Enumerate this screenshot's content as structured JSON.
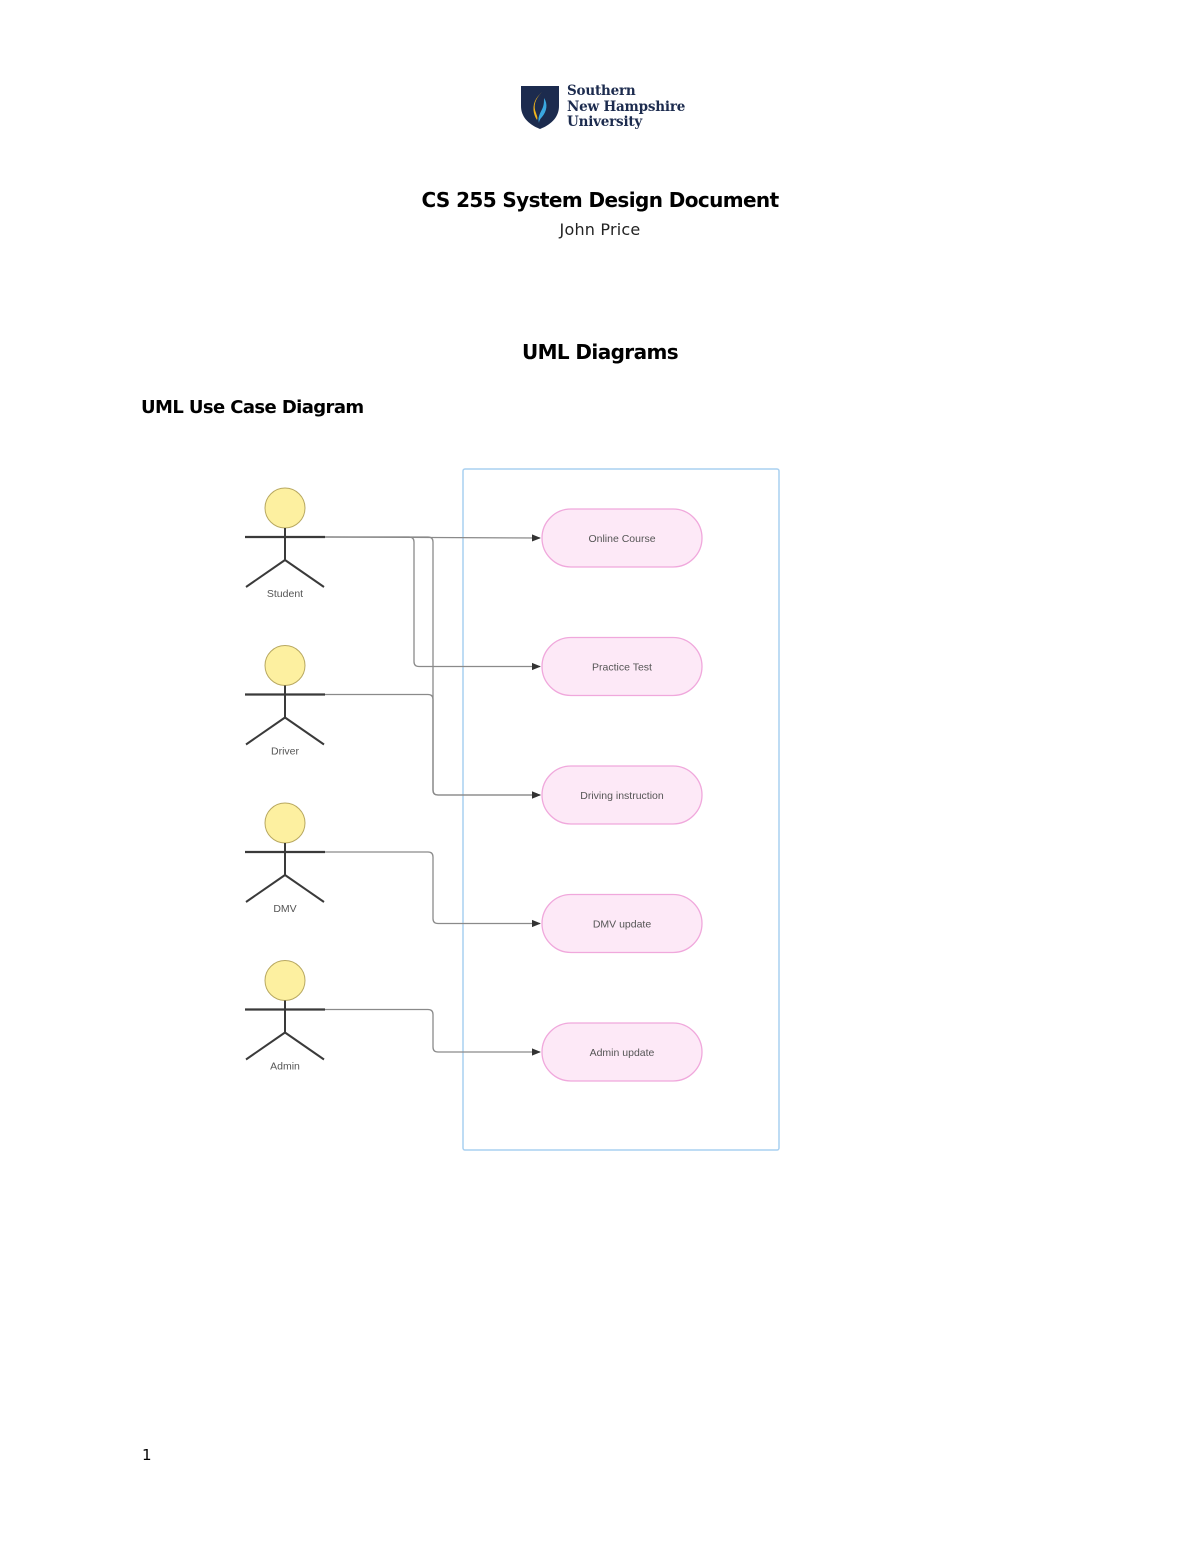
{
  "logo": {
    "line1": "Southern",
    "line2": "New Hampshire",
    "line3": "University",
    "icon": "flame-shield-icon",
    "colors": {
      "shield": "#1c2b4e",
      "flame_gold": "#f2b51c",
      "flame_blue": "#3aa7e0"
    }
  },
  "document": {
    "title": "CS 255 System Design Document",
    "author": "John Price",
    "section_title": "UML Diagrams",
    "subsection_title": "UML Use Case Diagram",
    "page_number": "1"
  },
  "diagram": {
    "type": "uml-use-case",
    "colors": {
      "actor_head": "#fdf0a0",
      "actor_stroke": "#3a3a3a",
      "use_case_fill": "#fde9f7",
      "use_case_stroke": "#f0a8dc",
      "system_boundary": "#a9d0f0",
      "connector": "#8a8a8a",
      "arrowhead": "#333333"
    },
    "actors": [
      {
        "id": "student",
        "label": "Student"
      },
      {
        "id": "driver",
        "label": "Driver"
      },
      {
        "id": "dmv",
        "label": "DMV"
      },
      {
        "id": "admin",
        "label": "Admin"
      }
    ],
    "use_cases": [
      {
        "id": "online-course",
        "label": "Online Course"
      },
      {
        "id": "practice-test",
        "label": "Practice Test"
      },
      {
        "id": "driving-instruction",
        "label": "Driving instruction"
      },
      {
        "id": "dmv-update",
        "label": "DMV update"
      },
      {
        "id": "admin-update",
        "label": "Admin update"
      }
    ],
    "associations": [
      {
        "from": "student",
        "to": "online-course"
      },
      {
        "from": "student",
        "to": "practice-test"
      },
      {
        "from": "student",
        "to": "driving-instruction"
      },
      {
        "from": "driver",
        "to": "driving-instruction"
      },
      {
        "from": "dmv",
        "to": "dmv-update"
      },
      {
        "from": "admin",
        "to": "admin-update"
      }
    ]
  }
}
